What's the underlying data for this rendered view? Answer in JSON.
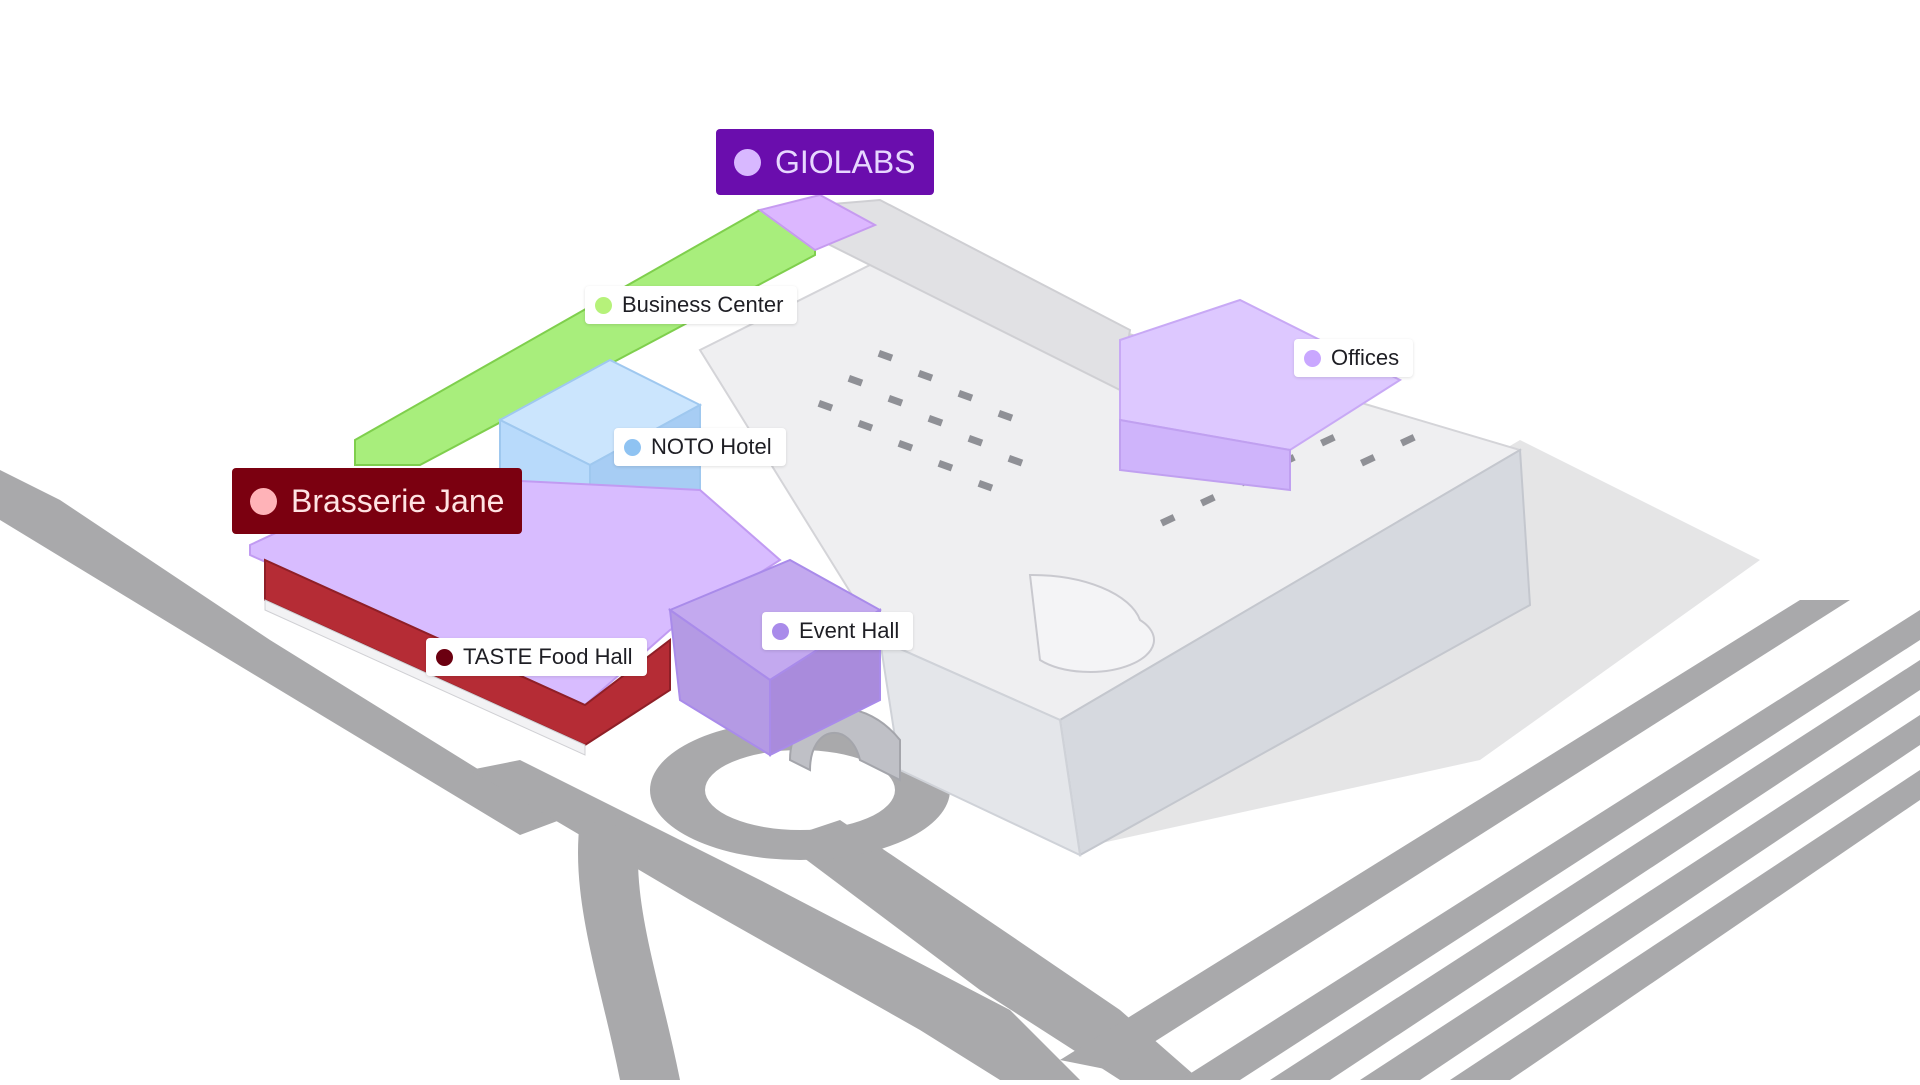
{
  "labels": {
    "giolabs": {
      "text": "GIOLABS",
      "bg": "#6a0dad",
      "fg": "#e7d7ff",
      "dot": "#d8b8ff"
    },
    "brasserie": {
      "text": "Brasserie Jane",
      "bg": "#7b0010",
      "fg": "#ffe3e3",
      "dot": "#ffb3b8"
    },
    "business_center": {
      "text": "Business Center",
      "dot": "#b6f27a"
    },
    "offices": {
      "text": "Offices",
      "dot": "#c9a7ff"
    },
    "noto_hotel": {
      "text": "NOTO Hotel",
      "dot": "#8fc3f2"
    },
    "event_hall": {
      "text": "Event Hall",
      "dot": "#a98bea"
    },
    "taste_food_hall": {
      "text": "TASTE Food Hall",
      "dot": "#6b0010"
    }
  },
  "colors": {
    "road": "#a9a9ab",
    "business": "#a8ee7c",
    "offices": "#dcc6ff",
    "hotel": "#b9dcfb",
    "event": "#b49ae4",
    "food_red": "#b52c35",
    "building": "#e8e9ec"
  }
}
